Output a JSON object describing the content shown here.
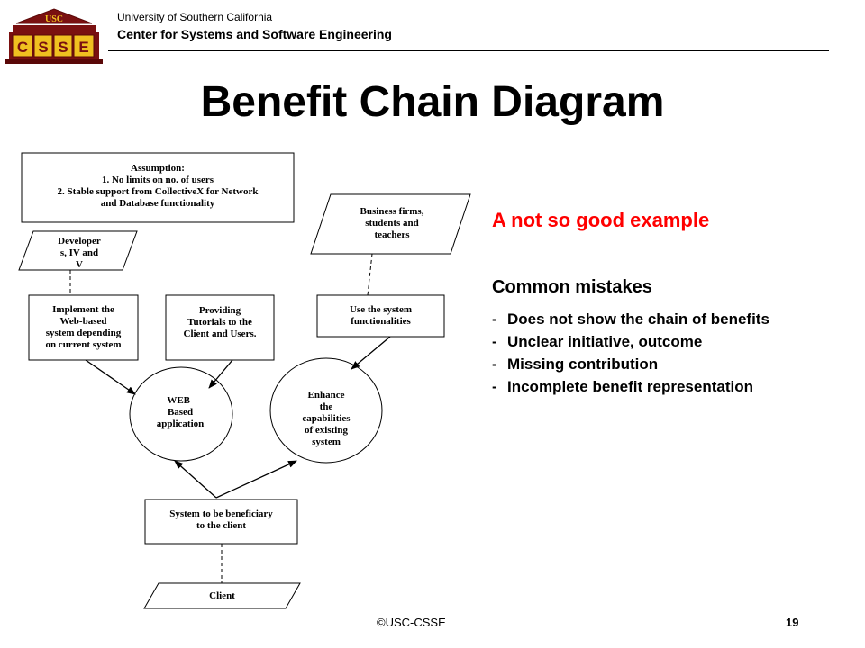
{
  "header": {
    "logo_text": "USC",
    "logo_letters": [
      "C",
      "S",
      "S",
      "E"
    ],
    "university": "University of Southern California",
    "center": "Center for Systems and Software Engineering"
  },
  "title": "Benefit Chain Diagram",
  "diagram": {
    "assumption": [
      "Assumption:",
      "1. No limits on no. of users",
      "2. Stable support from CollectiveX for Network",
      "and Database functionality"
    ],
    "developers": [
      "Developer",
      "s, IV and",
      "V"
    ],
    "business": [
      "Business firms,",
      "students and",
      "teachers"
    ],
    "implement": [
      "Implement the",
      "Web-based",
      "system depending",
      "on current system"
    ],
    "tutorials": [
      "Providing",
      "Tutorials to the",
      "Client and Users."
    ],
    "use_system": [
      "Use the system",
      "functionalities"
    ],
    "web_app": [
      "WEB-",
      "Based",
      "application"
    ],
    "enhance": [
      "Enhance",
      "the",
      "capabilities",
      "of existing",
      "system"
    ],
    "beneficiary": [
      "System to be beneficiary",
      "to the client"
    ],
    "client": [
      "Client"
    ]
  },
  "panel": {
    "headline": "A not so good example",
    "mistakes_title": "Common mistakes",
    "mistakes": [
      "Does not show the chain of benefits",
      "Unclear initiative, outcome",
      "Missing contribution",
      "Incomplete benefit representation"
    ]
  },
  "footer": {
    "copyright": "©USC-CSSE",
    "page_number": "19"
  },
  "colors": {
    "headline": "#ff0000",
    "logo_dark": "#7a1010",
    "logo_gold": "#f0c020"
  }
}
